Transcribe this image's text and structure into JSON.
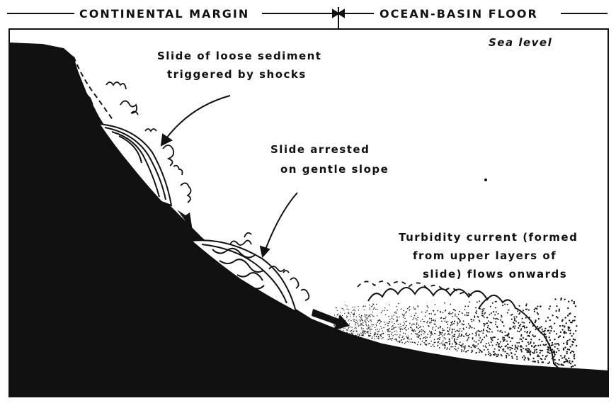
{
  "header": {
    "left": "CONTINENTAL MARGIN",
    "right": "OCEAN-BASIN FLOOR"
  },
  "sea_level": "Sea level",
  "labels": {
    "slide_loose": [
      "Slide of loose sediment",
      "triggered by shocks"
    ],
    "slide_arrested": [
      "Slide arrested",
      "on gentle slope"
    ],
    "turbidity": [
      "Turbidity current (formed",
      "from upper layers of",
      "slide) flows onwards"
    ]
  },
  "colors": {
    "ink": "#111111",
    "paper": "#ffffff"
  }
}
